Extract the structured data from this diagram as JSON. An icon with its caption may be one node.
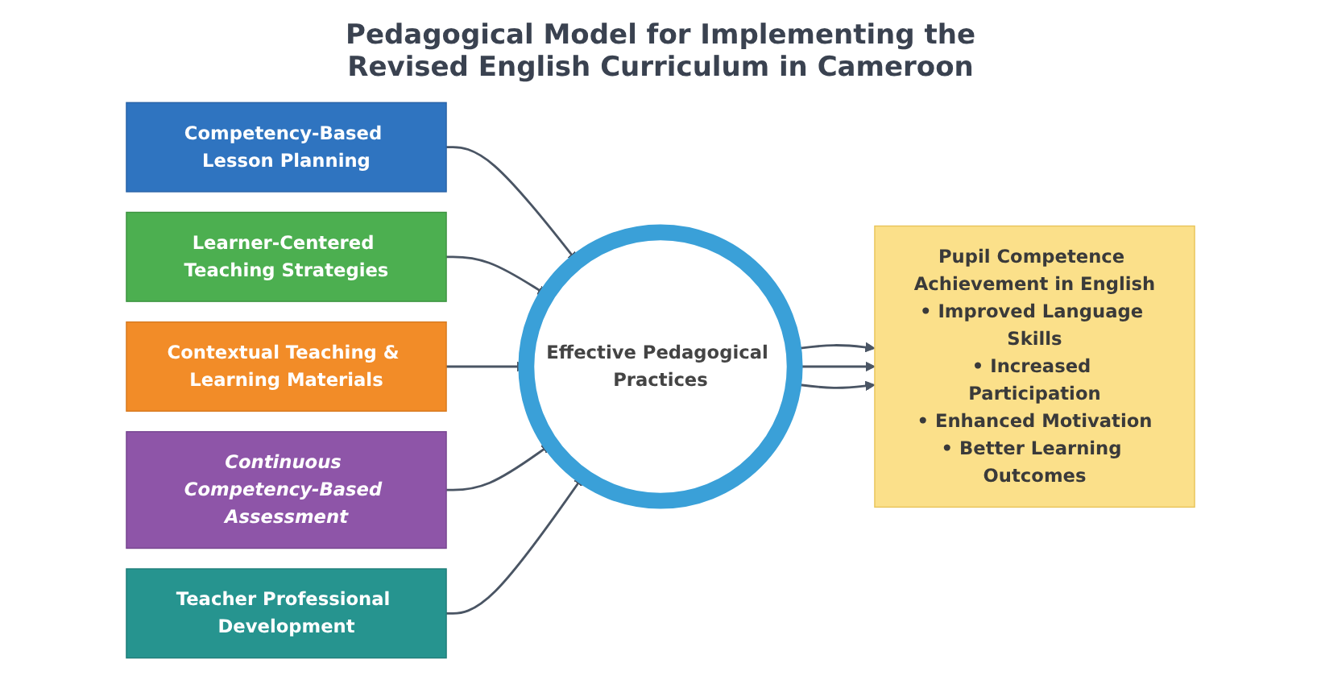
{
  "diagram": {
    "title": "Pedagogical Model for Implementing the Revised English Curriculum in Cameroon",
    "nodes": [
      {
        "text": [
          "Competency-Based Lesson Planning"
        ]
      },
      {
        "text": [
          "Learner-Centered Teaching Strategies"
        ]
      },
      {
        "text": [
          "Contextual Teaching & Learning Materials"
        ]
      },
      {
        "text": [
          "Continuous Competency-Based Assessment"
        ]
      },
      {
        "text": [
          "Teacher Professional Development"
        ]
      },
      {
        "text": [
          "Effective Pedagogical Practices"
        ]
      },
      {
        "text": [
          "Pupil Competence Achievement in English",
          "• Improved Language Skills",
          "• Increased Participation",
          "• Enhanced Motivation",
          "• Better Learning Outcomes"
        ]
      }
    ],
    "edges": [
      {
        "from": 0,
        "to": 5,
        "arrow": "to"
      },
      {
        "from": 1,
        "to": 5,
        "arrow": "to"
      },
      {
        "from": 2,
        "to": 5,
        "arrow": "to"
      },
      {
        "from": 3,
        "to": 5,
        "arrow": "to"
      },
      {
        "from": 4,
        "to": 5,
        "arrow": "to"
      },
      {
        "from": 5,
        "to": 6,
        "arrow": "to"
      },
      {
        "from": 5,
        "to": 6,
        "arrow": "to"
      },
      {
        "from": 5,
        "to": 6,
        "arrow": "to"
      }
    ]
  }
}
